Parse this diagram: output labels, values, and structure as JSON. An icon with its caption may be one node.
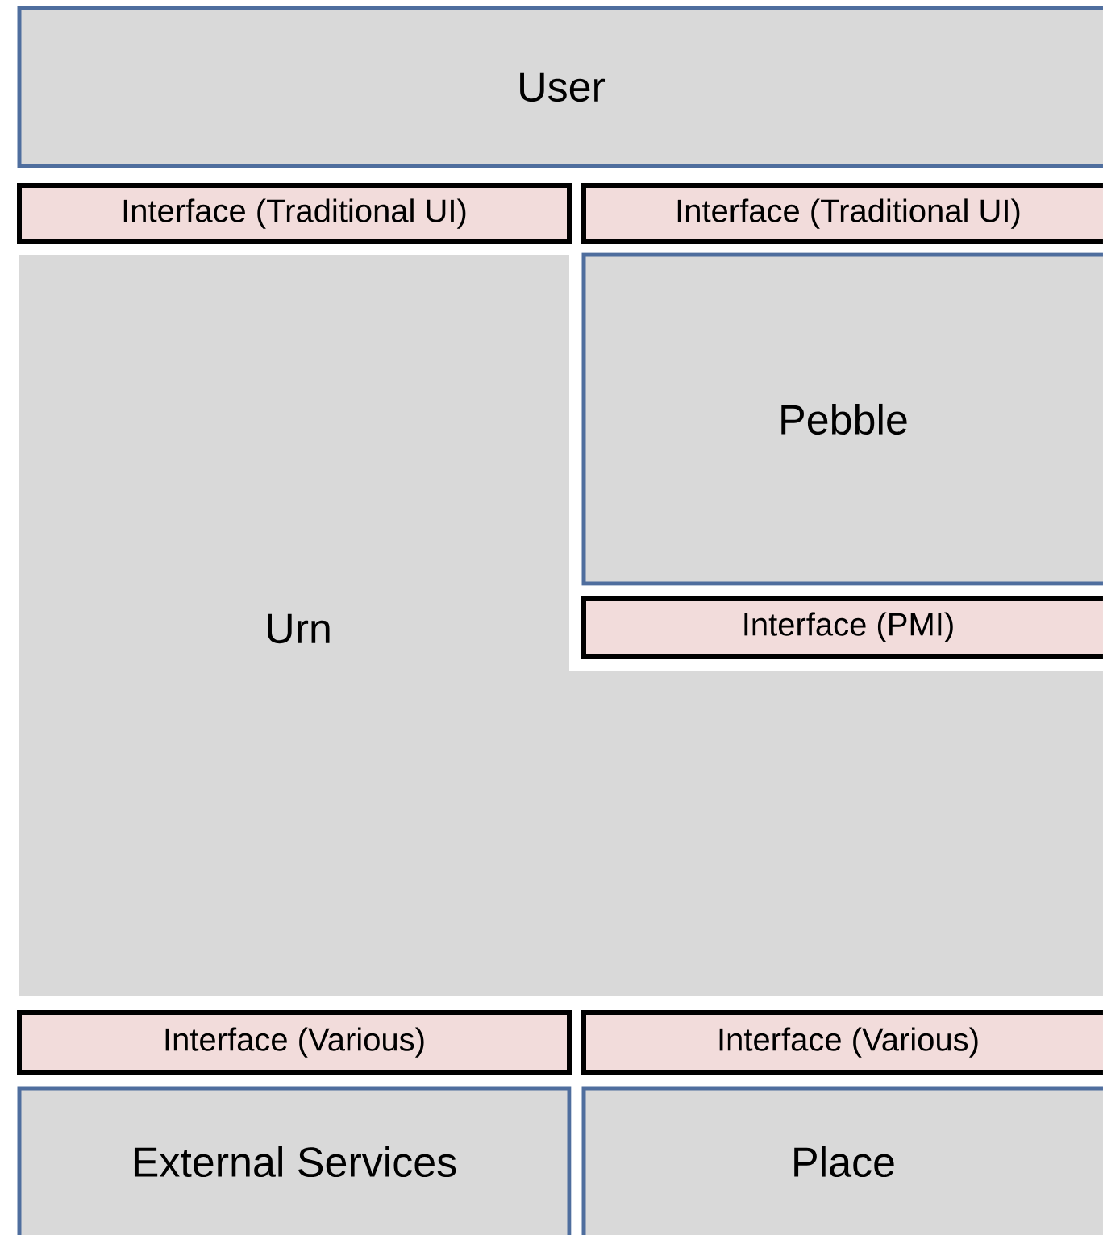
{
  "diagram": {
    "nodes": [
      {
        "text": [
          "User"
        ]
      },
      {
        "text": [
          "Interface (Traditional UI)"
        ]
      },
      {
        "text": [
          "Interface (Traditional UI)"
        ]
      },
      {
        "text": [
          "Urn"
        ]
      },
      {
        "text": [
          "Pebble"
        ]
      },
      {
        "text": [
          "Interface (PMI)"
        ]
      },
      {
        "text": [
          "Interface (Various)"
        ]
      },
      {
        "text": [
          "Interface (Various)"
        ]
      },
      {
        "text": [
          "External Services"
        ]
      },
      {
        "text": [
          "Place"
        ]
      }
    ]
  }
}
